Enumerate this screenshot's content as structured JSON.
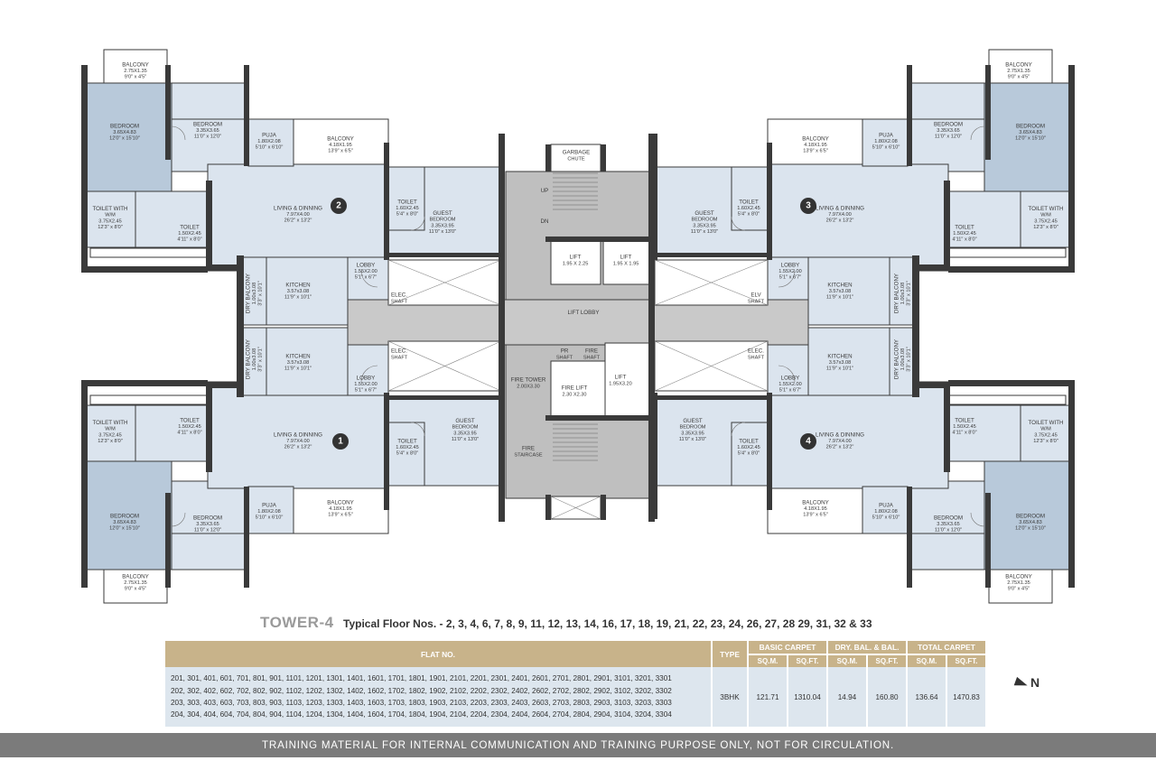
{
  "colors": {
    "wall": "#3a3a3a",
    "unit_dark": "#b8c9da",
    "unit_light": "#dbe4ee",
    "core": "#bfbfbf",
    "marker": "#333333",
    "header": "#c8b38a",
    "cell": "#dde6ee",
    "footer": "#7b7b7b"
  },
  "units": [
    "1",
    "2",
    "3",
    "4"
  ],
  "rooms": {
    "balcony_275": [
      "BALCONY",
      "2.75X1.35",
      "9'0\" x 4'5\""
    ],
    "bedroom_365": [
      "BEDROOM",
      "3.65X4.83",
      "12'0\" x 15'10\""
    ],
    "bedroom_335": [
      "BEDROOM",
      "3.35X3.65",
      "11'0\" x 12'0\""
    ],
    "puja": [
      "PUJA",
      "1.80X2.08",
      "5'10\" x 6'10\""
    ],
    "balcony_418": [
      "BALCONY",
      "4.18X1.95",
      "13'9\" x 6'5\""
    ],
    "toilet_wim": [
      "TOILET WITH",
      "W/M",
      "3.75X2.45",
      "12'3\" x 8'0\""
    ],
    "toilet_150": [
      "TOILET",
      "1.50X2.45",
      "4'11\" x 8'0\""
    ],
    "living": [
      "LIVING & DINNING",
      "7.97X4.00",
      "26'2\" x 13'2\""
    ],
    "toilet_160": [
      "TOILET",
      "1.60X2.45",
      "5'4\" x 8'0\""
    ],
    "guest": [
      "GUEST",
      "BEDROOM",
      "3.35X3.95",
      "11'0\" x 13'0\""
    ],
    "lobby": [
      "LOBBY",
      "1.55X2.00",
      "5'1\" x 6'7\""
    ],
    "kitchen": [
      "KITCHEN",
      "3.57x3.08",
      "11'9\" x 10'1\""
    ],
    "dry_balcony": [
      "DRY BALCONY",
      "1.00x3.08",
      "3'3\" x 10'1\""
    ]
  },
  "core": {
    "garbage": [
      "GARBAGE",
      "CHUTE"
    ],
    "up": "UP",
    "dn": "DN",
    "lift1": [
      "LIFT",
      "1.95 X 2.25"
    ],
    "lift2": [
      "LIFT",
      "1.95 X 1.95"
    ],
    "elec_shaft": [
      "ELEC.",
      "SHAFT"
    ],
    "elv_shaft": [
      "ELV",
      "SHAFT"
    ],
    "lift_lobby": "LIFT LOBBY",
    "pr_shaft": [
      "PR",
      "SHAFT"
    ],
    "fire_shaft": [
      "FIRE",
      "SHAFT"
    ],
    "fire_tower": [
      "FIRE TOWER",
      "2.00X3.30"
    ],
    "fire_lift": [
      "FIRE LIFT",
      "2.30 X2.30"
    ],
    "lift3": [
      "LIFT",
      "1.95X3.20"
    ],
    "fire_staircase": [
      "FIRE",
      "STAIRCASE"
    ]
  },
  "title": {
    "tower": "TOWER-4",
    "floors": "Typical Floor Nos. - 2, 3, 4, 6, 7, 8, 9, 11, 12, 13, 14, 16, 17, 18, 19, 21, 22, 23, 24, 26, 27, 28 29, 31, 32 & 33"
  },
  "table": {
    "headers": {
      "flat_no": "FLAT NO.",
      "type": "TYPE",
      "basic_carpet": "BASIC CARPET",
      "dry_bal": "DRY. BAL. & BAL.",
      "total_carpet": "TOTAL CARPET",
      "sqm": "SQ.M.",
      "sqft": "SQ.FT."
    },
    "flat_rows": [
      "201, 301, 401, 601, 701, 801, 901, 1101, 1201, 1301, 1401, 1601, 1701, 1801, 1901, 2101, 2201, 2301, 2401, 2601, 2701, 2801, 2901, 3101, 3201, 3301",
      "202, 302, 402, 602, 702, 802, 902, 1102, 1202, 1302, 1402, 1602, 1702, 1802, 1902, 2102, 2202, 2302, 2402, 2602, 2702, 2802, 2902, 3102, 3202, 3302",
      "203, 303, 403, 603, 703, 803, 903, 1103, 1203, 1303, 1403, 1603, 1703, 1803, 1903, 2103, 2203, 2303, 2403, 2603, 2703, 2803, 2903, 3103, 3203, 3303",
      "204, 304, 404, 604, 704, 804, 904, 1104, 1204, 1304, 1404, 1604, 1704, 1804, 1904, 2104, 2204, 2304, 2404, 2604, 2704, 2804, 2904, 3104, 3204, 3304"
    ],
    "type": "3BHK",
    "basic_sqm": "121.71",
    "basic_sqft": "1310.04",
    "dry_sqm": "14.94",
    "dry_sqft": "160.80",
    "total_sqm": "136.64",
    "total_sqft": "1470.83"
  },
  "north": "N",
  "footer": "TRAINING MATERIAL FOR INTERNAL COMMUNICATION AND TRAINING PURPOSE ONLY, NOT FOR CIRCULATION."
}
